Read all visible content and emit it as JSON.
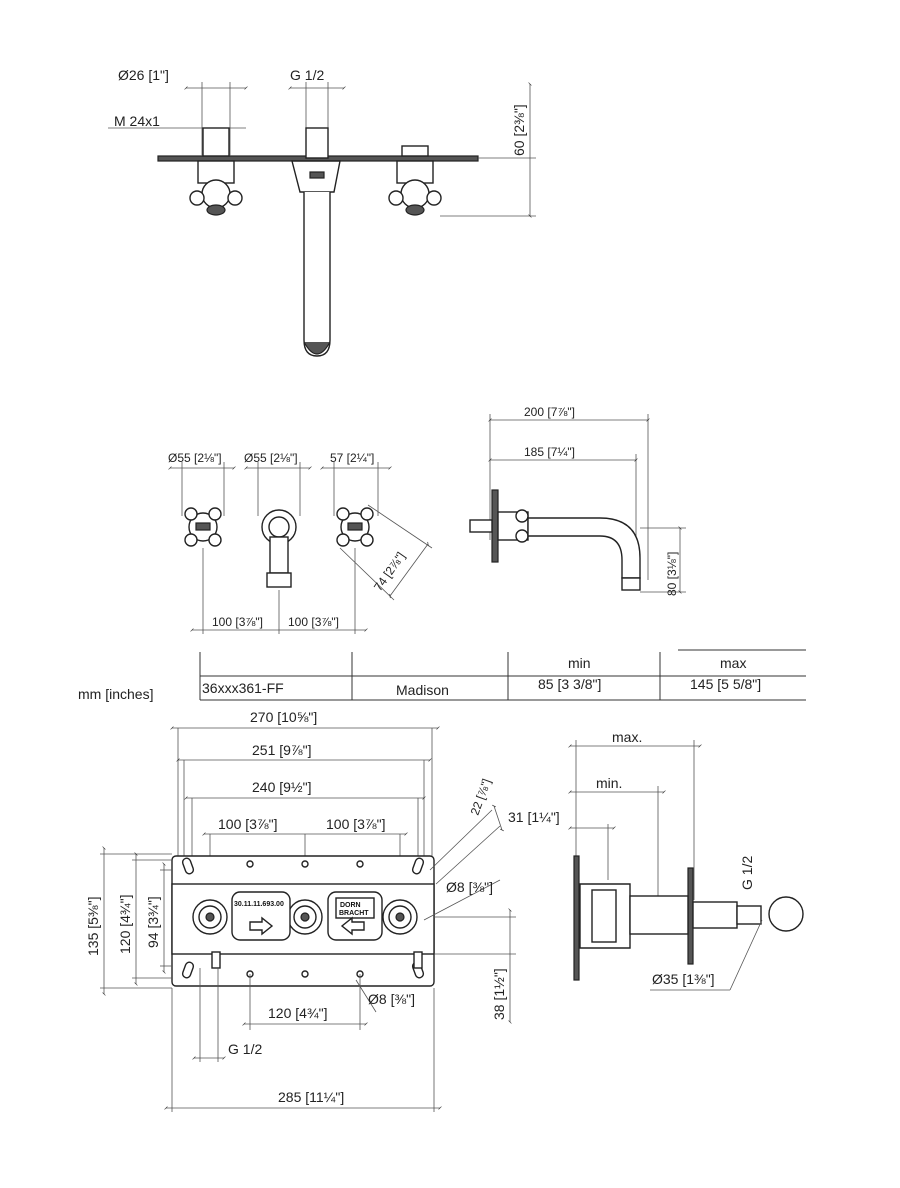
{
  "top_view": {
    "dim_diameter": "Ø26 [1\"]",
    "dim_thread": "M 24x1",
    "dim_spout_thread": "G 1/2",
    "dim_height": "60 [2⅜\"]"
  },
  "front_view": {
    "dim_handle_left": "Ø55 [2⅛\"]",
    "dim_spout": "Ø55 [2⅛\"]",
    "dim_handle_right": "57 [2¼\"]",
    "dim_diag": "74 [2⅞\"]",
    "dim_spacing_left": "100 [3⅞\"]",
    "dim_spacing_right": "100 [3⅞\"]"
  },
  "side_view": {
    "dim_total": "200 [7⅞\"]",
    "dim_reach": "185 [7¼\"]",
    "dim_height": "80 [3⅛\"]"
  },
  "table": {
    "unit_label": "mm [inches]",
    "headers": [
      "",
      "",
      "min",
      "max"
    ],
    "row": [
      "36xxx361-FF",
      "Madison",
      "85 [3 3/8\"]",
      "145 [5 5/8\"]"
    ]
  },
  "rough_front": {
    "dim_270": "270 [10⅝\"]",
    "dim_251": "251 [9⅞\"]",
    "dim_240": "240 [9½\"]",
    "dim_100_left": "100 [3⅞\"]",
    "dim_100_right": "100 [3⅞\"]",
    "dim_22": "22 [⅞\"]",
    "dim_8_top": "Ø8 [⅜\"]",
    "dim_135": "135 [5⅜\"]",
    "dim_120_v": "120 [4¾\"]",
    "dim_94": "94 [3¾\"]",
    "dim_38": "38 [1½\"]",
    "dim_8_bottom": "Ø8 [⅜\"]",
    "dim_120_h": "120 [4¾\"]",
    "dim_g12": "G 1/2",
    "dim_285": "285 [11¼\"]",
    "label_code": "30.11.11.693.00",
    "label_brand_1": "DORN",
    "label_brand_2": "BRACHT"
  },
  "rough_side": {
    "dim_max": "max.",
    "dim_min": "min.",
    "dim_31": "31 [1¼\"]",
    "dim_g12": "G 1/2",
    "dim_35": "Ø35 [1⅜\"]"
  }
}
